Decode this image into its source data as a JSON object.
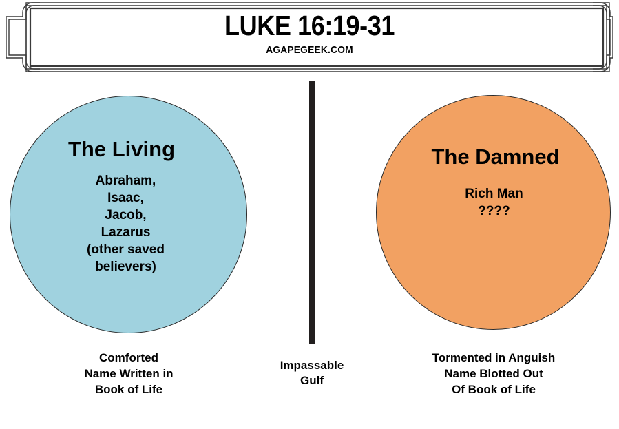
{
  "header": {
    "title": "LUKE 16:19-31",
    "credit": "AGAPEGEEK.COM",
    "frame_style": "double-line-bracket-corners",
    "frame_color": "#3a3a3a"
  },
  "diagram": {
    "type": "two-circle-comparison",
    "left": {
      "heading": "The Living",
      "body": "Abraham,\nIsaac,\nJacob,\nLazarus\n(other saved\nbelievers)",
      "caption": "Comforted\nName Written in\nBook of Life",
      "fill_color": "#a0d2df",
      "outline_color": "#2a2a2a"
    },
    "divider": {
      "label": "Impassable\nGulf",
      "color": "#221f1f"
    },
    "right": {
      "heading": "The Damned",
      "body": "Rich Man\n????",
      "caption": "Tormented in Anguish\nName Blotted Out\nOf Book of Life",
      "fill_color": "#f2a162",
      "outline_color": "#2a2a2a"
    }
  },
  "colors": {
    "background": "#ffffff",
    "text": "#000000",
    "living_fill": "#a0d2df",
    "damned_fill": "#f2a162",
    "gulf": "#221f1f"
  }
}
